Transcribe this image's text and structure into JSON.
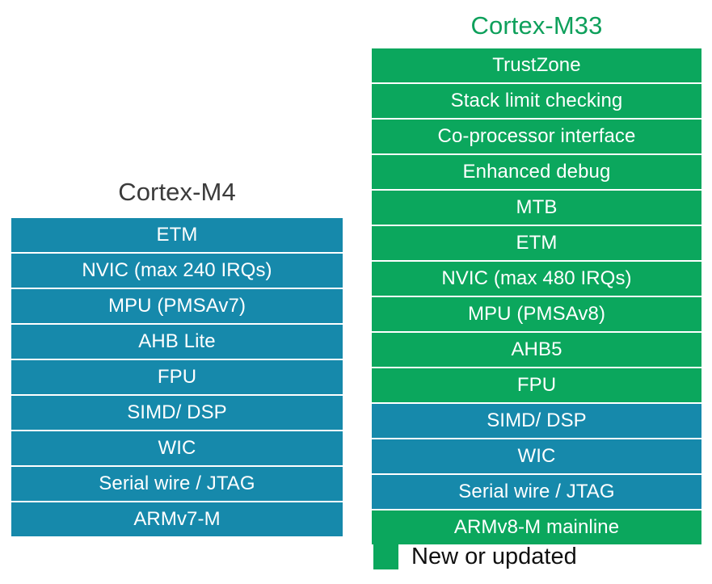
{
  "colors": {
    "blue": "#1689ab",
    "green": "#0ba75d",
    "title_gray": "#3b3b3b",
    "title_green": "#0ea05b",
    "background": "#ffffff",
    "row_text": "#ffffff",
    "legend_text": "#101010"
  },
  "columns": [
    {
      "id": "cortex-m4",
      "title": "Cortex-M4",
      "title_color": "#3b3b3b",
      "rows": [
        {
          "label": "ETM",
          "state": "blue"
        },
        {
          "label": "NVIC (max 240 IRQs)",
          "state": "blue"
        },
        {
          "label": "MPU (PMSAv7)",
          "state": "blue"
        },
        {
          "label": "AHB Lite",
          "state": "blue"
        },
        {
          "label": "FPU",
          "state": "blue"
        },
        {
          "label": "SIMD/ DSP",
          "state": "blue"
        },
        {
          "label": "WIC",
          "state": "blue"
        },
        {
          "label": "Serial wire / JTAG",
          "state": "blue"
        },
        {
          "label": "ARMv7-M",
          "state": "blue"
        }
      ]
    },
    {
      "id": "cortex-m33",
      "title": "Cortex-M33",
      "title_color": "#0ea05b",
      "rows": [
        {
          "label": "TrustZone",
          "state": "green"
        },
        {
          "label": "Stack limit checking",
          "state": "green"
        },
        {
          "label": "Co-processor interface",
          "state": "green"
        },
        {
          "label": "Enhanced debug",
          "state": "green"
        },
        {
          "label": "MTB",
          "state": "green"
        },
        {
          "label": "ETM",
          "state": "green"
        },
        {
          "label": "NVIC (max 480 IRQs)",
          "state": "green"
        },
        {
          "label": "MPU (PMSAv8)",
          "state": "green"
        },
        {
          "label": "AHB5",
          "state": "green"
        },
        {
          "label": "FPU",
          "state": "green"
        },
        {
          "label": "SIMD/ DSP",
          "state": "blue"
        },
        {
          "label": "WIC",
          "state": "blue"
        },
        {
          "label": "Serial wire / JTAG",
          "state": "blue"
        },
        {
          "label": "ARMv8-M mainline",
          "state": "green"
        }
      ]
    }
  ],
  "legend": {
    "swatch_color": "#0ba75d",
    "label": "New or updated"
  }
}
